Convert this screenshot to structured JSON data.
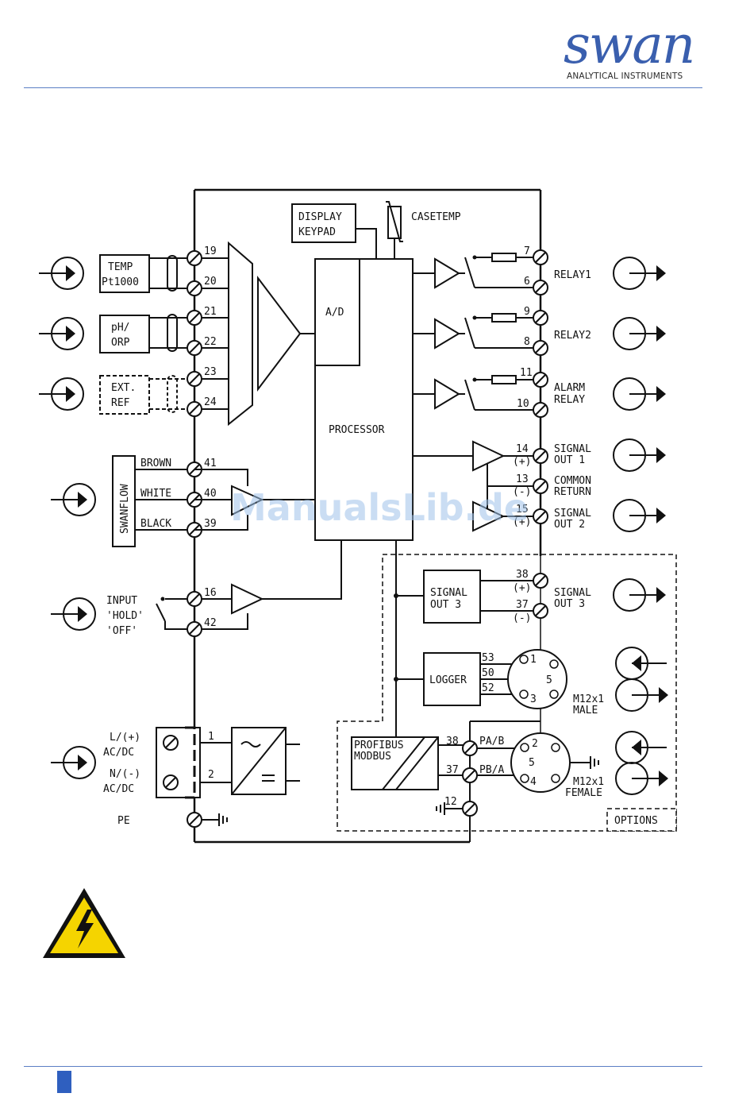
{
  "header": {
    "brand": "swan",
    "tagline": "ANALYTICAL INSTRUMENTS"
  },
  "colors": {
    "rule": "#5b7fc4",
    "brand": "#3a5fae",
    "warning_yellow": "#f5d400",
    "page_marker": "#2f5fbf"
  },
  "watermark": "ManualsLib.de",
  "diagram": {
    "blocks": {
      "display": [
        "DISPLAY",
        "KEYPAD"
      ],
      "casetemp": "CASETEMP",
      "ad": "A/D",
      "processor": "PROCESSOR",
      "temp": [
        "TEMP",
        "Pt1000"
      ],
      "ph": [
        "pH/",
        "ORP"
      ],
      "ext": [
        "EXT.",
        "REF"
      ],
      "swanflow": "SWANFLOW",
      "signal_out3": [
        "SIGNAL",
        "OUT 3"
      ],
      "logger": "LOGGER",
      "profibus": [
        "PROFIBUS",
        "MODBUS"
      ],
      "options": "OPTIONS"
    },
    "left_labels": {
      "brown": "BROWN",
      "white": "WHITE",
      "black": "BLACK",
      "input": [
        "INPUT",
        "'HOLD'",
        "'OFF'"
      ],
      "l": [
        "L/(+)",
        "AC/DC"
      ],
      "n": [
        "N/(-)",
        "AC/DC"
      ],
      "pe": "PE"
    },
    "terminals": {
      "t19": "19",
      "t20": "20",
      "t21": "21",
      "t22": "22",
      "t23": "23",
      "t24": "24",
      "t41": "41",
      "t40": "40",
      "t39": "39",
      "t16": "16",
      "t42": "42",
      "t1": "1",
      "t2": "2",
      "t7": "7",
      "t6": "6",
      "t9": "9",
      "t8": "8",
      "t11": "11",
      "t10": "10",
      "t14": "14",
      "t13": "13",
      "t15": "15",
      "t38a": "38",
      "t37a": "37",
      "t53": "53",
      "t50": "50",
      "t52": "52",
      "t38b": "38",
      "t37b": "37",
      "t12": "12"
    },
    "polarity": {
      "p14": "(+)",
      "p13": "(-)",
      "p15": "(+)",
      "p38": "(+)",
      "p37": "(-)"
    },
    "bus": {
      "pab": "PA/B",
      "pba": "PB/A"
    },
    "pins_male": [
      "1",
      "5",
      "3"
    ],
    "pins_female": [
      "2",
      "5",
      "4"
    ],
    "right_labels": {
      "relay1": "RELAY1",
      "relay2": "RELAY2",
      "alarm": [
        "ALARM",
        "RELAY"
      ],
      "sig1": [
        "SIGNAL",
        "OUT 1"
      ],
      "common": [
        "COMMON",
        "RETURN"
      ],
      "sig2": [
        "SIGNAL",
        "OUT 2"
      ],
      "sig3": [
        "SIGNAL",
        "OUT 3"
      ],
      "male": [
        "M12x1",
        "MALE"
      ],
      "female": [
        "M12x1",
        "FEMALE"
      ]
    }
  }
}
